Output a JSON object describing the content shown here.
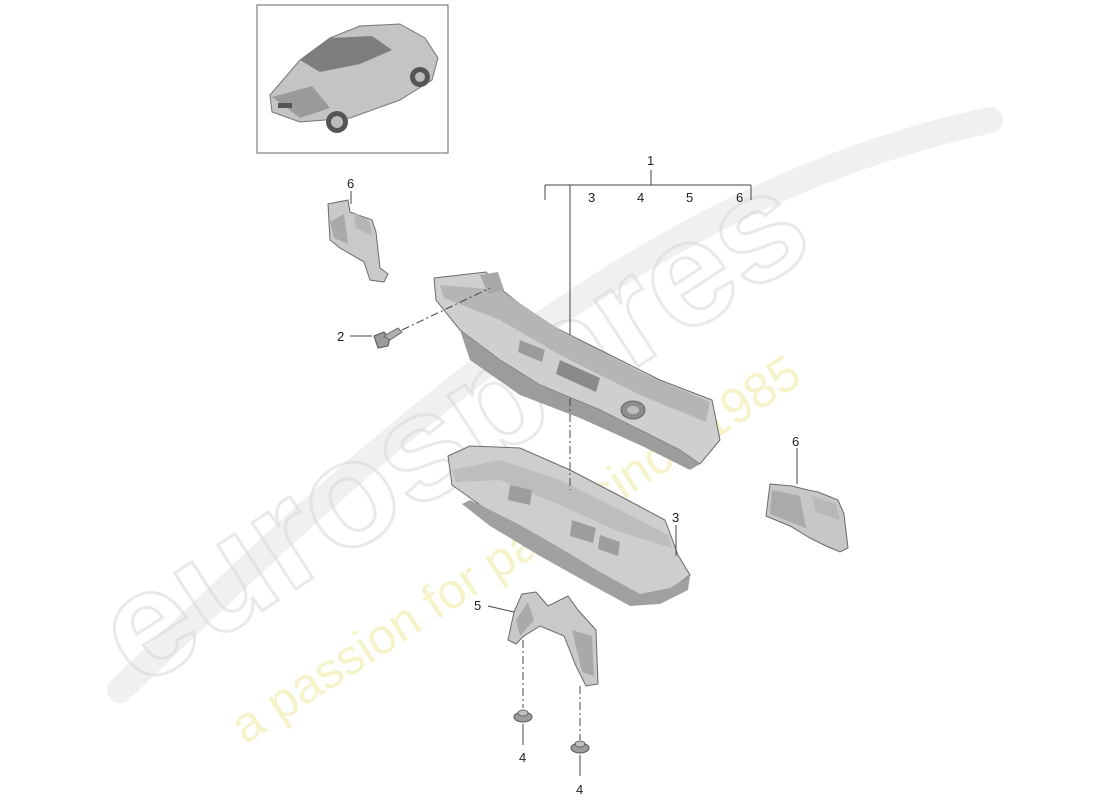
{
  "watermark": {
    "brand": "eurospares",
    "tagline": "a passion for parts since 1985"
  },
  "callouts": {
    "group_main": "1",
    "group_sub": [
      "3",
      "4",
      "5",
      "6"
    ],
    "bolt": "2",
    "bracket_top_left": "6",
    "bracket_right": "6",
    "lower_shield": "3",
    "small_bracket": "5",
    "nut_left": "4",
    "nut_right": "4"
  },
  "colors": {
    "part_fill": "#cfcfcf",
    "part_shade": "#a9a9a9",
    "part_dark": "#8a8a8a",
    "line": "#444444"
  }
}
